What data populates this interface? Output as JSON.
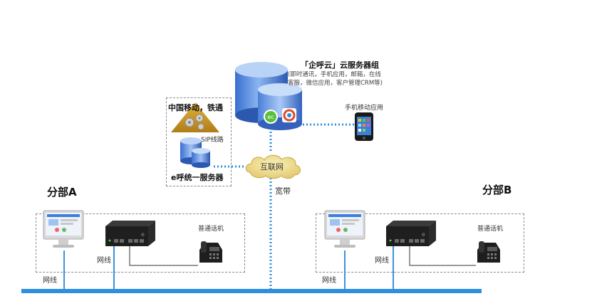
{
  "cloud": {
    "title": "「企呼云」云服务器组",
    "desc_line1": "(即时通讯，手机应用，邮箱，在线",
    "desc_line2": "客服，微信应用，客户管理CRM等)"
  },
  "mobile_app_label": "手机移动应用",
  "carrier_label": "中国移动，铁通",
  "sip_label": "SIP线路",
  "unified_server_label": "e呼统一服务器",
  "internet_label": "互联网",
  "broadband_label": "宽带",
  "branch_a": {
    "title": "分部A",
    "phone_label": "普通话机",
    "lan_label_inner": "网线",
    "lan_label_outer": "网线"
  },
  "branch_b": {
    "title": "分部B",
    "phone_label": "普通话机",
    "lan_label_inner": "网线",
    "lan_label_outer": "网线"
  }
}
